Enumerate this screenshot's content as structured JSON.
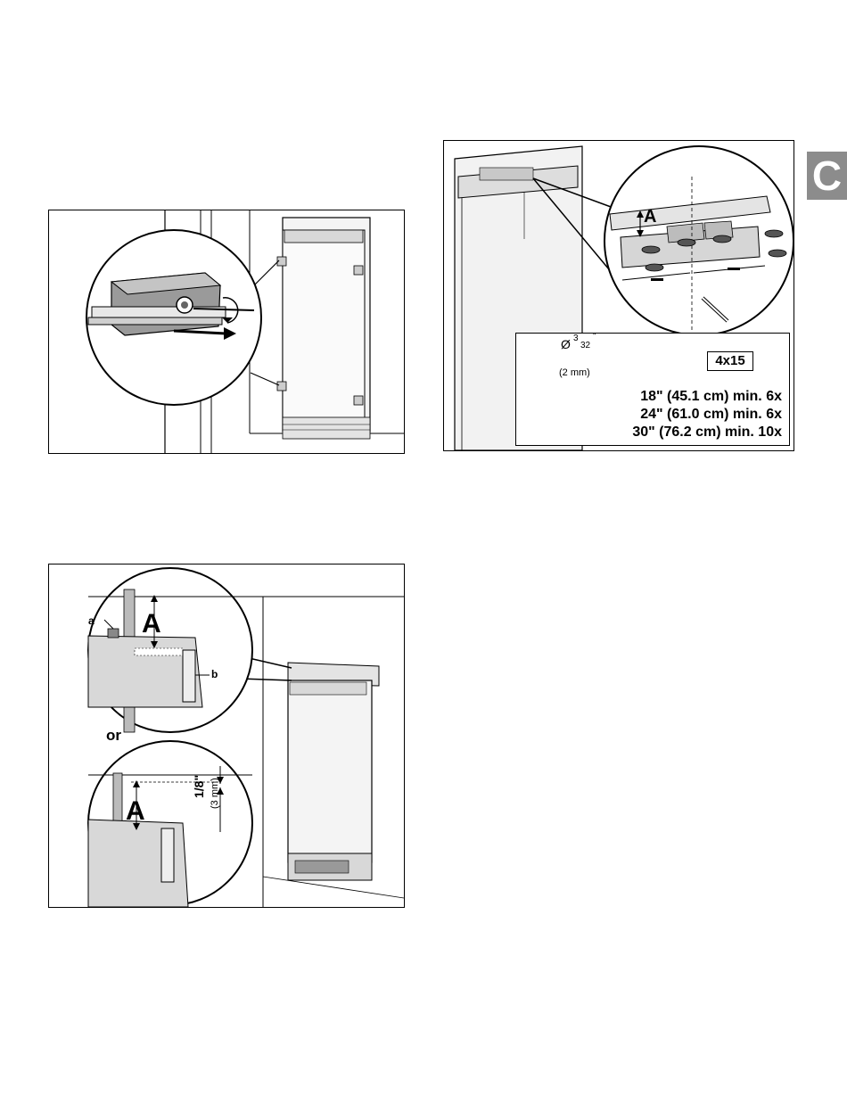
{
  "page": {
    "section_tab": "C"
  },
  "figure1": {},
  "figure2": {
    "dimension_label": "A",
    "drill_diameter_symbol": "Ø",
    "drill_size_numerator": "3",
    "drill_size_denominator": "32",
    "drill_size_inch_mark": "\"",
    "drill_size_metric": "(2 mm)",
    "screw_spec": "4x15",
    "spec_lines": [
      "18\" (45.1 cm)  min. 6x",
      "24\" (61.0 cm)  min. 6x",
      "30\" (76.2 cm)  min. 10x"
    ]
  },
  "figure3": {
    "dimension_label_top": "A",
    "dimension_label_bottom": "A",
    "callout_a": "a",
    "callout_b": "b",
    "or_label": "or",
    "gap_imperial": "1/8\"",
    "gap_metric": "(3 mm)"
  }
}
